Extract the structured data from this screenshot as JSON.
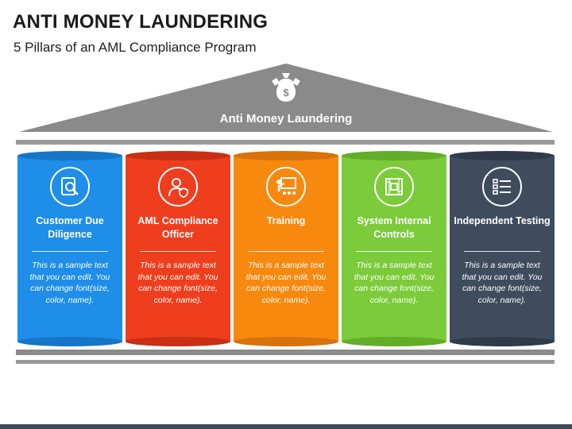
{
  "page": {
    "title": "ANTI MONEY LAUNDERING",
    "subtitle": "5 Pillars of an AML Compliance Program"
  },
  "roof": {
    "label": "Anti Money Laundering",
    "icon": "money-bag-icon",
    "color": "#8a8a8a"
  },
  "pillars": [
    {
      "title": "Customer Due Diligence",
      "description": "This is a sample text that you can edit. You can change font(size, color, name).",
      "icon": "document-search-icon",
      "color": "#1e8ee8",
      "cap_color": "#1675c6"
    },
    {
      "title": "AML Compliance Officer",
      "description": "This is a sample text that you can edit. You can change font(size, color, name).",
      "icon": "officer-shield-icon",
      "color": "#ef3e1e",
      "cap_color": "#c82f14"
    },
    {
      "title": "Training",
      "description": "This is a sample text that you can edit. You can change font(size, color, name).",
      "icon": "presentation-icon",
      "color": "#f8890f",
      "cap_color": "#d8720a"
    },
    {
      "title": "System Internal Controls",
      "description": "This is a sample text that you can edit. You can change font(size, color, name).",
      "icon": "circuit-board-icon",
      "color": "#7ccb3a",
      "cap_color": "#63ad2a"
    },
    {
      "title": "Independent Testing",
      "description": "This is a sample text that you can edit. You can change font(size, color, name).",
      "icon": "checklist-icon",
      "color": "#3f4c5e",
      "cap_color": "#2f3a4a"
    }
  ]
}
